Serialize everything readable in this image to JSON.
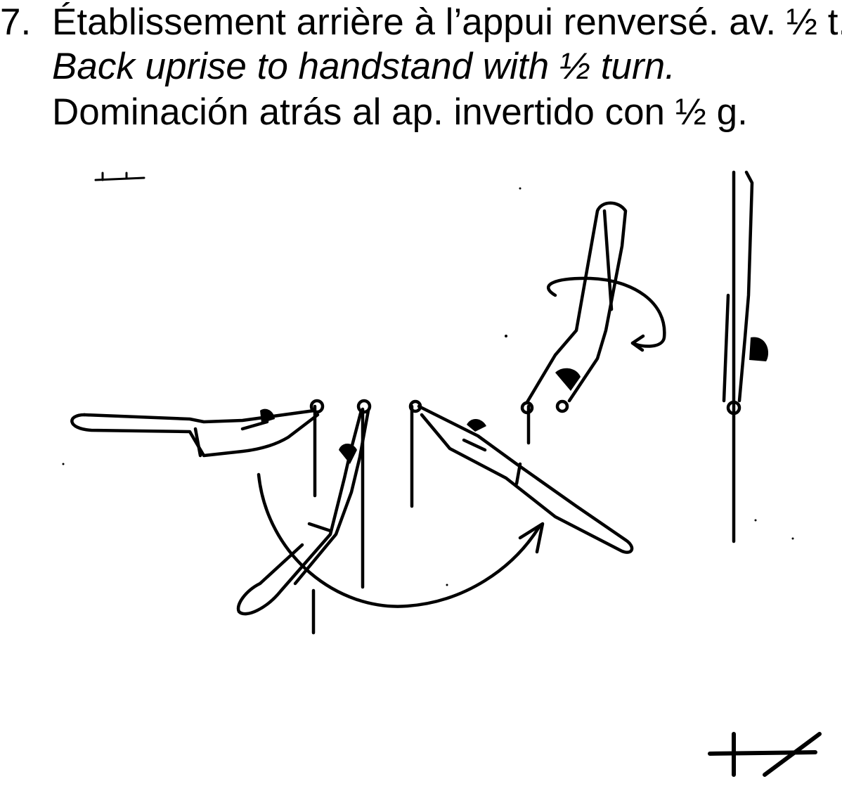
{
  "caption": {
    "number": "7.",
    "french": "Établissement arrière à l’appui renversé. av. ½ t.",
    "english": "Back uprise to handstand with ½ turn.",
    "spanish": "Dominación atrás al ap. invertido con ½ g."
  },
  "figure": {
    "icons": [
      "gymnast-swing-sequence",
      "rotation-arc-arrow",
      "half-turn-arrow",
      "rings-apparatus-symbol"
    ]
  }
}
